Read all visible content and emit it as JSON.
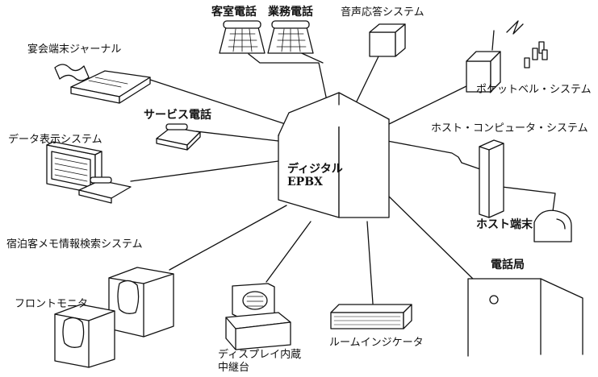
{
  "center": {
    "line1": "ディジタル",
    "line2": "EPBX"
  },
  "labels": {
    "guest_phone": "客室電話",
    "business_phone": "業務電話",
    "voice_response": "音声応答システム",
    "pocket_bell": "ポケットベル・システム",
    "banquet_journal": "宴会端末ジャーナル",
    "service_phone": "サービス電話",
    "data_display": "データ表示システム",
    "host_computer": "ホスト・コンピュータ・システム",
    "host_terminal": "ホスト端末",
    "memo_search": "宿泊客メモ情報検索システム",
    "phone_office": "電話局",
    "front_monitor": "フロントモニタ",
    "display_relay_1": "ディスプレイ内蔵",
    "display_relay_2": "中継台",
    "room_indicator": "ルームインジケータ"
  }
}
